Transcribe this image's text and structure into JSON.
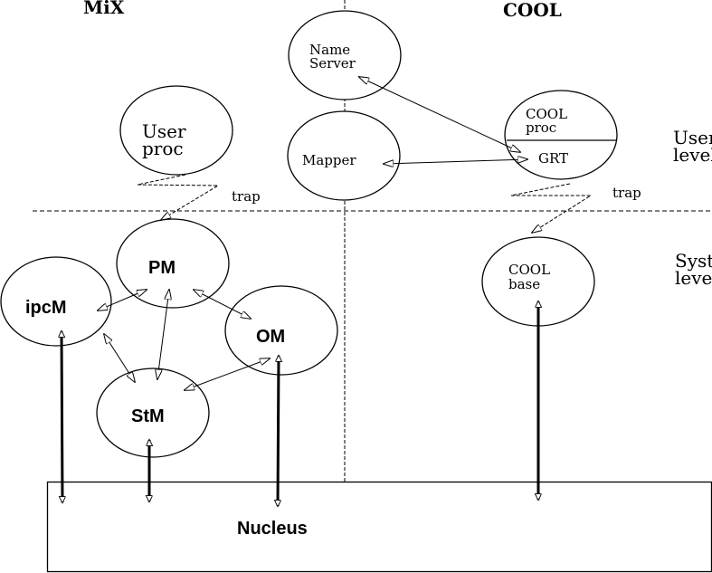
{
  "columns": {
    "mix": "MiX",
    "cool": "COOL"
  },
  "levels": {
    "user_line1": "User",
    "user_line2": "level",
    "system_line1": "System",
    "system_line2": "level"
  },
  "nodes": {
    "user_proc": [
      "User",
      "proc"
    ],
    "name_server": [
      "Name",
      "Server"
    ],
    "mapper": "Mapper",
    "cool_proc": [
      "COOL",
      "proc"
    ],
    "grt": "GRT",
    "pm": "PM",
    "ipcm": "ipcM",
    "om": "OM",
    "stm": "StM",
    "cool_base": [
      "COOL",
      "base"
    ],
    "nucleus": "Nucleus"
  },
  "edges": {
    "trap_mix": "trap",
    "trap_cool": "trap"
  },
  "colors": {
    "line": "#000000",
    "background": "#ffffff"
  }
}
